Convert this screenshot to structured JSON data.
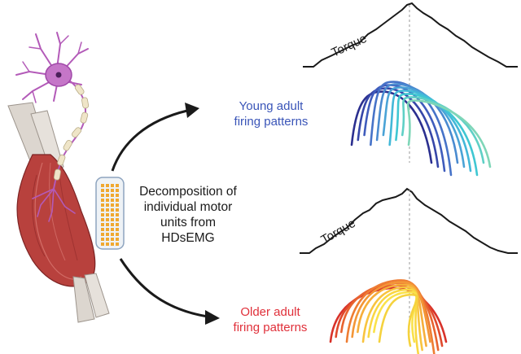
{
  "torque_label_top": "Torque",
  "torque_label_bottom": "Torque",
  "young_label": {
    "line1": "Young adult",
    "line2": "firing patterns"
  },
  "older_label": {
    "line1": "Older adult",
    "line2": "firing patterns"
  },
  "center_label": {
    "line1": "Decomposition of",
    "line2": "individual motor",
    "line3": "units from",
    "line4": "HDsEMG"
  },
  "colors": {
    "young_series": [
      "#2b2f8f",
      "#3646a8",
      "#3f5cbc",
      "#4673c8",
      "#4a8bd0",
      "#4aa3d6",
      "#43b8d8",
      "#3fc7d2",
      "#5fd0c6",
      "#7fd6b8"
    ],
    "older_series": [
      "#d8322a",
      "#e04a2c",
      "#e8632f",
      "#ee7d33",
      "#f39637",
      "#f6ae3b",
      "#f8c43f",
      "#f9d743",
      "#fae24a",
      "#f5d23e"
    ],
    "neuron": "#b35ab8",
    "muscle": "#b83a3a",
    "tendon": "#d9d3cc",
    "electrode": "#f0a830"
  }
}
